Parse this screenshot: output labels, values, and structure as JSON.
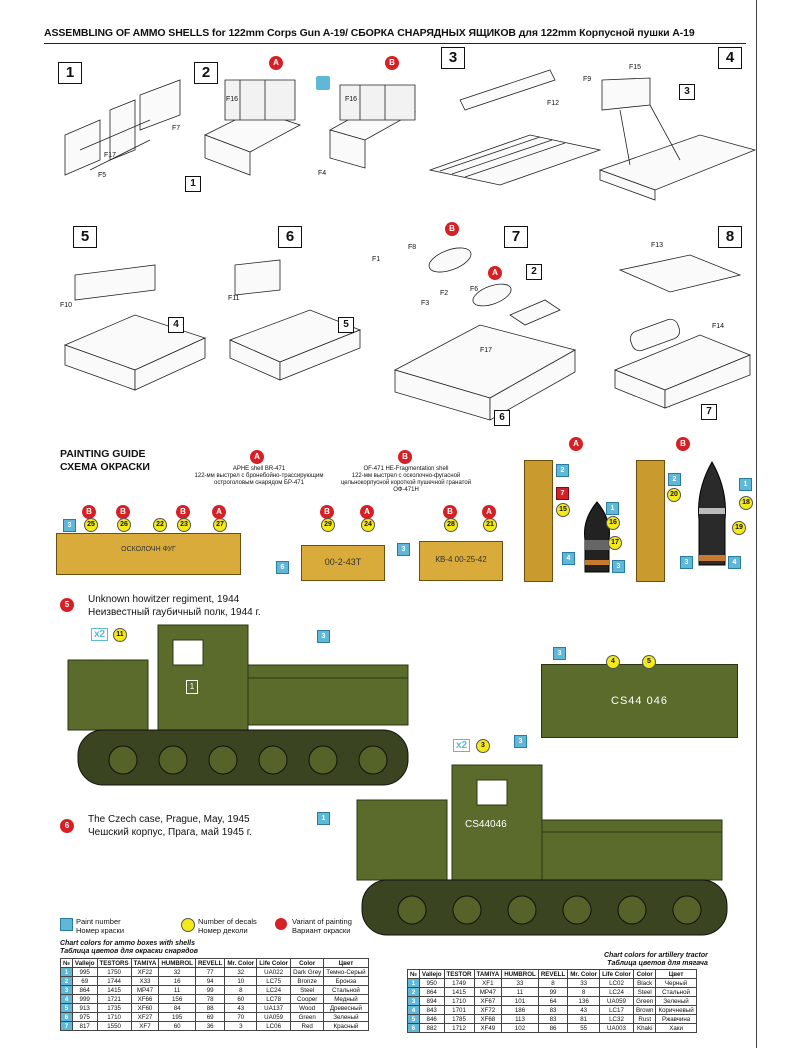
{
  "header": {
    "title": "ASSEMBLING OF AMMO SHELLS for 122mm Corps Gun A-19/ СБОРКА СНАРЯДНЫХ ЯЩИКОВ для 122mm Корпусной пушки А-19"
  },
  "steps": [
    "1",
    "2",
    "3",
    "4",
    "5",
    "6",
    "7",
    "8"
  ],
  "part_labels": {
    "f5": "F5",
    "f7": "F7",
    "f17": "F17",
    "f16a": "F16",
    "f16b": "F16",
    "f4": "F4",
    "f9": "F9",
    "f12": "F12",
    "f15": "F15",
    "f10": "F10",
    "f11": "F11",
    "f8": "F8",
    "f1": "F1",
    "f2": "F2",
    "f3": "F3",
    "f6": "F6",
    "f17b": "F17",
    "f13": "F13",
    "f14": "F14",
    "ref1": "1",
    "ref3": "3",
    "ref4": "4",
    "ref5": "5",
    "ref2": "2",
    "ref6": "6",
    "ref7": "7"
  },
  "variant_a": "A",
  "variant_b": "B",
  "painting_guide": {
    "title_en": "PAINTING GUIDE",
    "title_ru": "СХЕМА ОКРАСКИ"
  },
  "shells": {
    "a_caption": "APHE shell BR-471\n122-мм выстрел с бронебойно-трассирующим остроголовым снарядом БР-471",
    "b_caption": "OF-471 HE-Fragmentation shell\n122-мм выстрел с осколочно-фугасной цельнокорпусной короткой пушечной гранатой ОФ-471Н"
  },
  "box_texts": {
    "box1": "ОСКОЛОЧН ФУГ",
    "box2": "00-2-43Т",
    "box3": "КВ-4  00-25-42"
  },
  "decal_numbers": {
    "d25": "25",
    "d26": "26",
    "d22": "22",
    "d23": "23",
    "d27": "27",
    "d29": "29",
    "d24": "24",
    "d28": "28",
    "d21": "21",
    "d15": "15",
    "d16": "16",
    "d17": "17",
    "d20": "20",
    "d18": "18",
    "d19": "19",
    "d11": "11",
    "d4": "4",
    "d5": "5",
    "d3": "3"
  },
  "paint_numbers": {
    "p3": "3",
    "p6": "6",
    "p2": "2",
    "p7": "7",
    "p1": "1",
    "p4": "4",
    "p3b": "3",
    "p2b": "2",
    "p1b": "1",
    "p3c": "3",
    "p4b": "4",
    "p5": "5",
    "p3d": "3",
    "p3e": "3",
    "p1c": "1"
  },
  "variant5": {
    "num": "5",
    "en": "Unknown howitzer regiment, 1944",
    "ru": "Неизвестный гаубичный полк, 1944 г.",
    "x2": "x2",
    "door": "1",
    "plate": "CS44 046"
  },
  "variant6": {
    "num": "6",
    "en": "The Czech case, Prague, May, 1945",
    "ru": "Чешский корпус, Прага, май 1945 г.",
    "x2": "x2",
    "door": "CS44046"
  },
  "legend": {
    "paint_en": "Paint number",
    "paint_ru": "Номер краски",
    "decal_en": "Number of decals",
    "decal_ru": "Номер деколи",
    "variant_en": "Variant of painting",
    "variant_ru": "Вариант окраски"
  },
  "table1": {
    "caption_en": "Chart colors for ammo boxes with shells",
    "caption_ru": "Таблица цветов для окраски снарядов",
    "headers": [
      "№",
      "Vallejo",
      "TESTORS",
      "TAMIYA",
      "HUMBROL",
      "REVELL",
      "Mr. Color",
      "Life Color",
      "Color",
      "Цвет"
    ],
    "rows": [
      [
        "1",
        "995",
        "1750",
        "XF22",
        "32",
        "77",
        "32",
        "UA022",
        "Dark Grey",
        "Темно-Серый"
      ],
      [
        "2",
        "69",
        "1744",
        "X33",
        "16",
        "94",
        "10",
        "LC75",
        "Bronze",
        "Бронза"
      ],
      [
        "3",
        "864",
        "1415",
        "MP47",
        "11",
        "99",
        "8",
        "LC24",
        "Steel",
        "Стальной"
      ],
      [
        "4",
        "999",
        "1721",
        "XF66",
        "156",
        "78",
        "60",
        "LC78",
        "Cooper",
        "Медный"
      ],
      [
        "5",
        "913",
        "1735",
        "XF60",
        "84",
        "88",
        "43",
        "UA137",
        "Wood",
        "Древесный"
      ],
      [
        "6",
        "975",
        "1710",
        "XF27",
        "195",
        "69",
        "70",
        "UA059",
        "Green",
        "Зеленый"
      ],
      [
        "7",
        "817",
        "1550",
        "XF7",
        "60",
        "36",
        "3",
        "LC06",
        "Red",
        "Красный"
      ]
    ]
  },
  "table2": {
    "caption_en": "Chart colors for artillery tractor",
    "caption_ru": "Таблица цветов для тягача",
    "headers": [
      "№",
      "Vallejo",
      "TESTOR",
      "TAMIYA",
      "HUMBROL",
      "REVELL",
      "Mr. Color",
      "Life Color",
      "Color",
      "Цвет"
    ],
    "rows": [
      [
        "1",
        "950",
        "1749",
        "XF1",
        "33",
        "8",
        "33",
        "LC02",
        "Black",
        "Черный"
      ],
      [
        "2",
        "864",
        "1415",
        "MP47",
        "11",
        "99",
        "8",
        "LC24",
        "Steel",
        "Стальной"
      ],
      [
        "3",
        "894",
        "1710",
        "XF67",
        "101",
        "64",
        "136",
        "UA059",
        "Green",
        "Зеленый"
      ],
      [
        "4",
        "843",
        "1701",
        "XF72",
        "186",
        "83",
        "43",
        "LC17",
        "Brown",
        "Коричневый"
      ],
      [
        "5",
        "846",
        "1785",
        "XF68",
        "113",
        "83",
        "81",
        "LC32",
        "Rust",
        "Ржавчина"
      ],
      [
        "6",
        "882",
        "1712",
        "XF49",
        "102",
        "86",
        "55",
        "UA003",
        "Khaki",
        "Хаки"
      ]
    ]
  },
  "colors": {
    "olive": "#5a6b2c",
    "ammo_box": "#d9ab3b",
    "shell_brass": "#c99a2e",
    "red": "#d52026",
    "cyan": "#5fb8d8",
    "yellow": "#f4ea1a"
  }
}
